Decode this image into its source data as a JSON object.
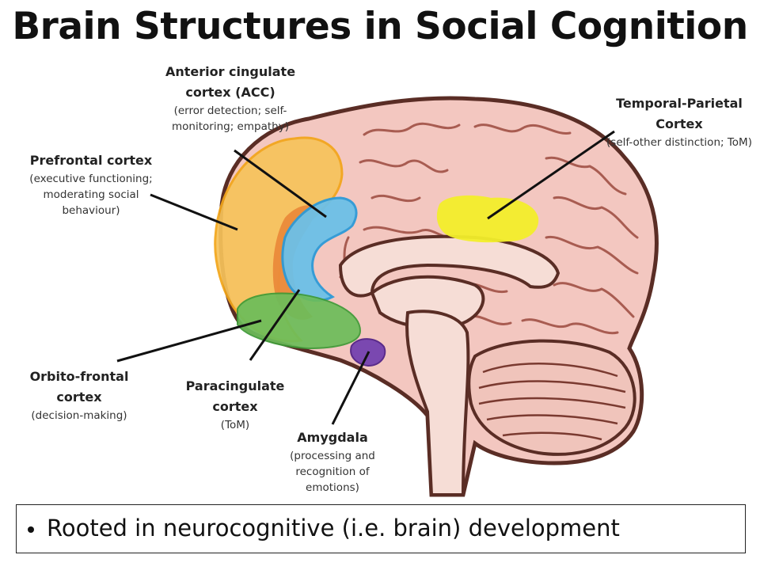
{
  "title": "Brain Structures in Social Cognition",
  "colors": {
    "prefrontal": "#f7c35b",
    "paracingulate": "#ea8a3a",
    "acc": "#6cc0e8",
    "orbitofrontal": "#6cbd5a",
    "amygdala": "#7a48b0",
    "temporal_parietal": "#f2ee2a",
    "brain_pink": "#f3c7c0",
    "brain_outline": "#5a2d25"
  },
  "labels": {
    "acc": {
      "name": "Anterior cingulate cortex (ACC)",
      "desc": "(error detection; self-monitoring; empathy)"
    },
    "tpc": {
      "name": "Temporal-Parietal Cortex",
      "desc": "(self-other distinction; ToM)"
    },
    "pfc": {
      "name": "Prefrontal cortex",
      "desc": "(executive functioning; moderating social behaviour)"
    },
    "ofc": {
      "name": "Orbito-frontal cortex",
      "desc": "(decision-making)"
    },
    "pcc": {
      "name": "Paracingulate cortex",
      "desc": "(ToM)"
    },
    "amy": {
      "name": "Amygdala",
      "desc": "(processing and recognition of emotions)"
    }
  },
  "bullet": "Rooted in neurocognitive (i.e. brain) development"
}
